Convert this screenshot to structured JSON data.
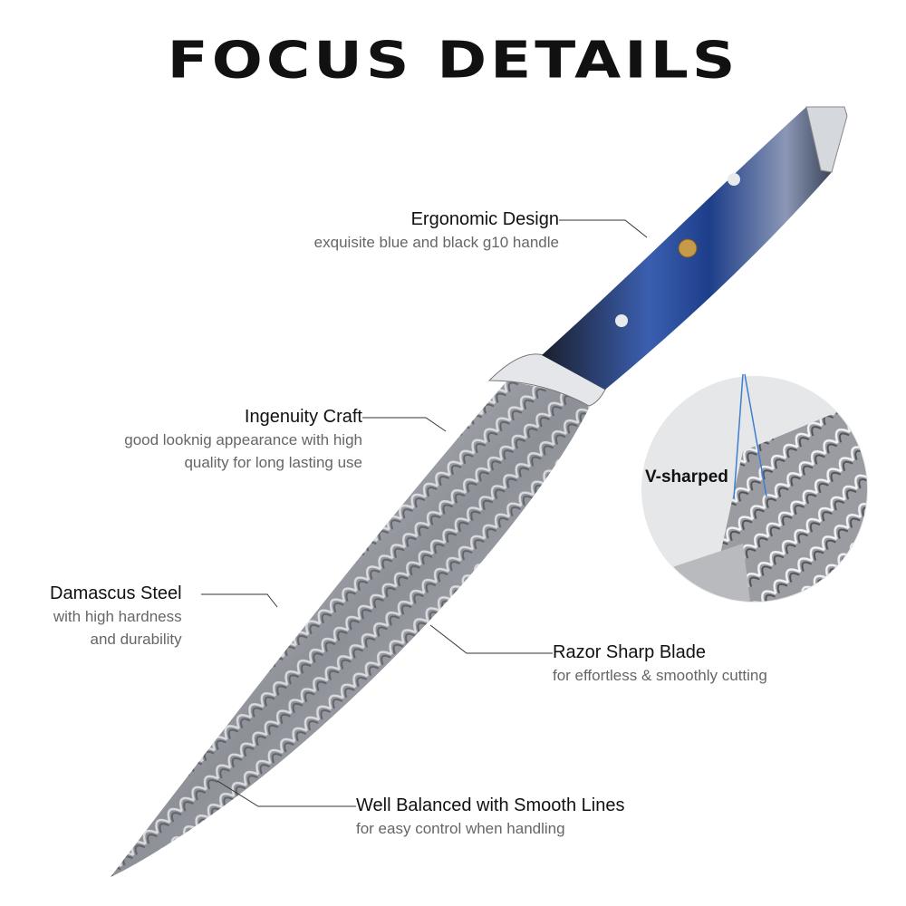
{
  "title": "FOCUS DETAILS",
  "features": [
    {
      "heading": "Ergonomic Design",
      "lines": [
        "exquisite blue and black g10 handle"
      ]
    },
    {
      "heading": "Ingenuity Craft",
      "lines": [
        "good looknig appearance with high",
        "quality for long lasting use"
      ]
    },
    {
      "heading": "Damascus Steel",
      "lines": [
        "with high hardness",
        "and durability"
      ]
    },
    {
      "heading": "Razor Sharp Blade",
      "lines": [
        "for effortless & smoothly cutting"
      ]
    },
    {
      "heading": "Well Balanced with Smooth Lines",
      "lines": [
        "for easy control when handling"
      ]
    }
  ],
  "inset": {
    "label": "V-sharped"
  },
  "colors": {
    "handle_blue": "#1d3e8a",
    "handle_dark": "#1a1f2e",
    "steel": "#b9bcc2"
  }
}
